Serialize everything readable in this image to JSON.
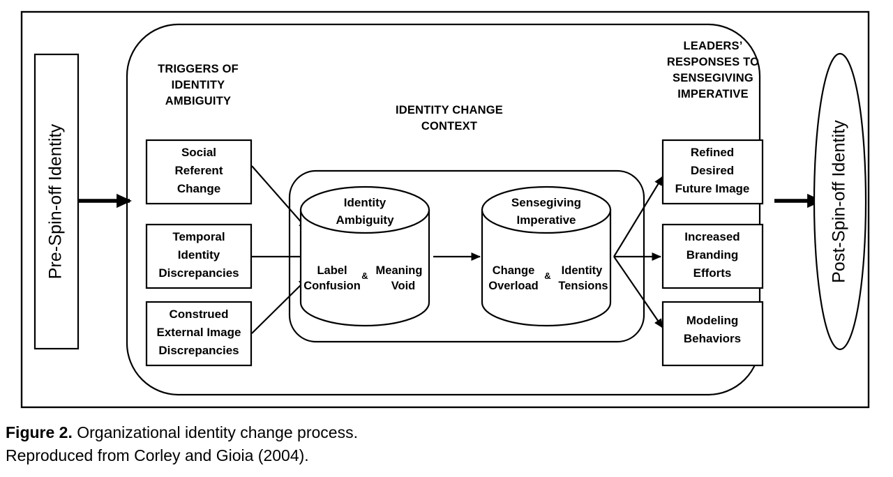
{
  "figure": {
    "caption_label": "Figure 2.",
    "caption_text": " Organizational identity change process.",
    "caption_line2": "Reproduced from Corley and Gioia (2004).",
    "stroke_color": "#000000",
    "background_color": "#ffffff"
  },
  "diagram": {
    "input_node": {
      "label": "Pre-Spin-off Identity",
      "shape": "rectangle"
    },
    "output_node": {
      "label": "Post-Spin-off Identity",
      "shape": "ellipse"
    },
    "headings": {
      "triggers": {
        "line1": "TRIGGERS OF",
        "line2": "IDENTITY",
        "line3": "AMBIGUITY"
      },
      "context": {
        "line1": "IDENTITY CHANGE",
        "line2": "CONTEXT"
      },
      "responses": {
        "line1": "LEADERS’",
        "line2": "RESPONSES TO",
        "line3": "SENSEGIVING",
        "line4": "IMPERATIVE"
      }
    },
    "trigger_boxes": [
      {
        "id": "social-referent-change",
        "lines": [
          "Social",
          "Referent",
          "Change"
        ]
      },
      {
        "id": "temporal-identity-discrepancies",
        "lines": [
          "Temporal",
          "Identity",
          "Discrepancies"
        ]
      },
      {
        "id": "construed-external-image-discrepancies",
        "lines": [
          "Construed",
          "External Image",
          "Discrepancies"
        ]
      }
    ],
    "cylinders": [
      {
        "id": "identity-ambiguity",
        "title_line1": "Identity",
        "title_line2": "Ambiguity",
        "sub_left_line1": "Label",
        "sub_left_line2": "Confusion",
        "amp": "&",
        "sub_right_line1": "Meaning",
        "sub_right_line2": "Void"
      },
      {
        "id": "sensegiving-imperative",
        "title_line1": "Sensegiving",
        "title_line2": "Imperative",
        "sub_left_line1": "Change",
        "sub_left_line2": "Overload",
        "amp": "&",
        "sub_right_line1": "Identity",
        "sub_right_line2": "Tensions"
      }
    ],
    "response_boxes": [
      {
        "id": "refined-desired-future-image",
        "lines": [
          "Refined",
          "Desired",
          "Future Image"
        ]
      },
      {
        "id": "increased-branding-efforts",
        "lines": [
          "Increased",
          "Branding",
          "Efforts"
        ]
      },
      {
        "id": "modeling-behaviors",
        "lines": [
          "Modeling",
          "Behaviors"
        ]
      }
    ]
  }
}
